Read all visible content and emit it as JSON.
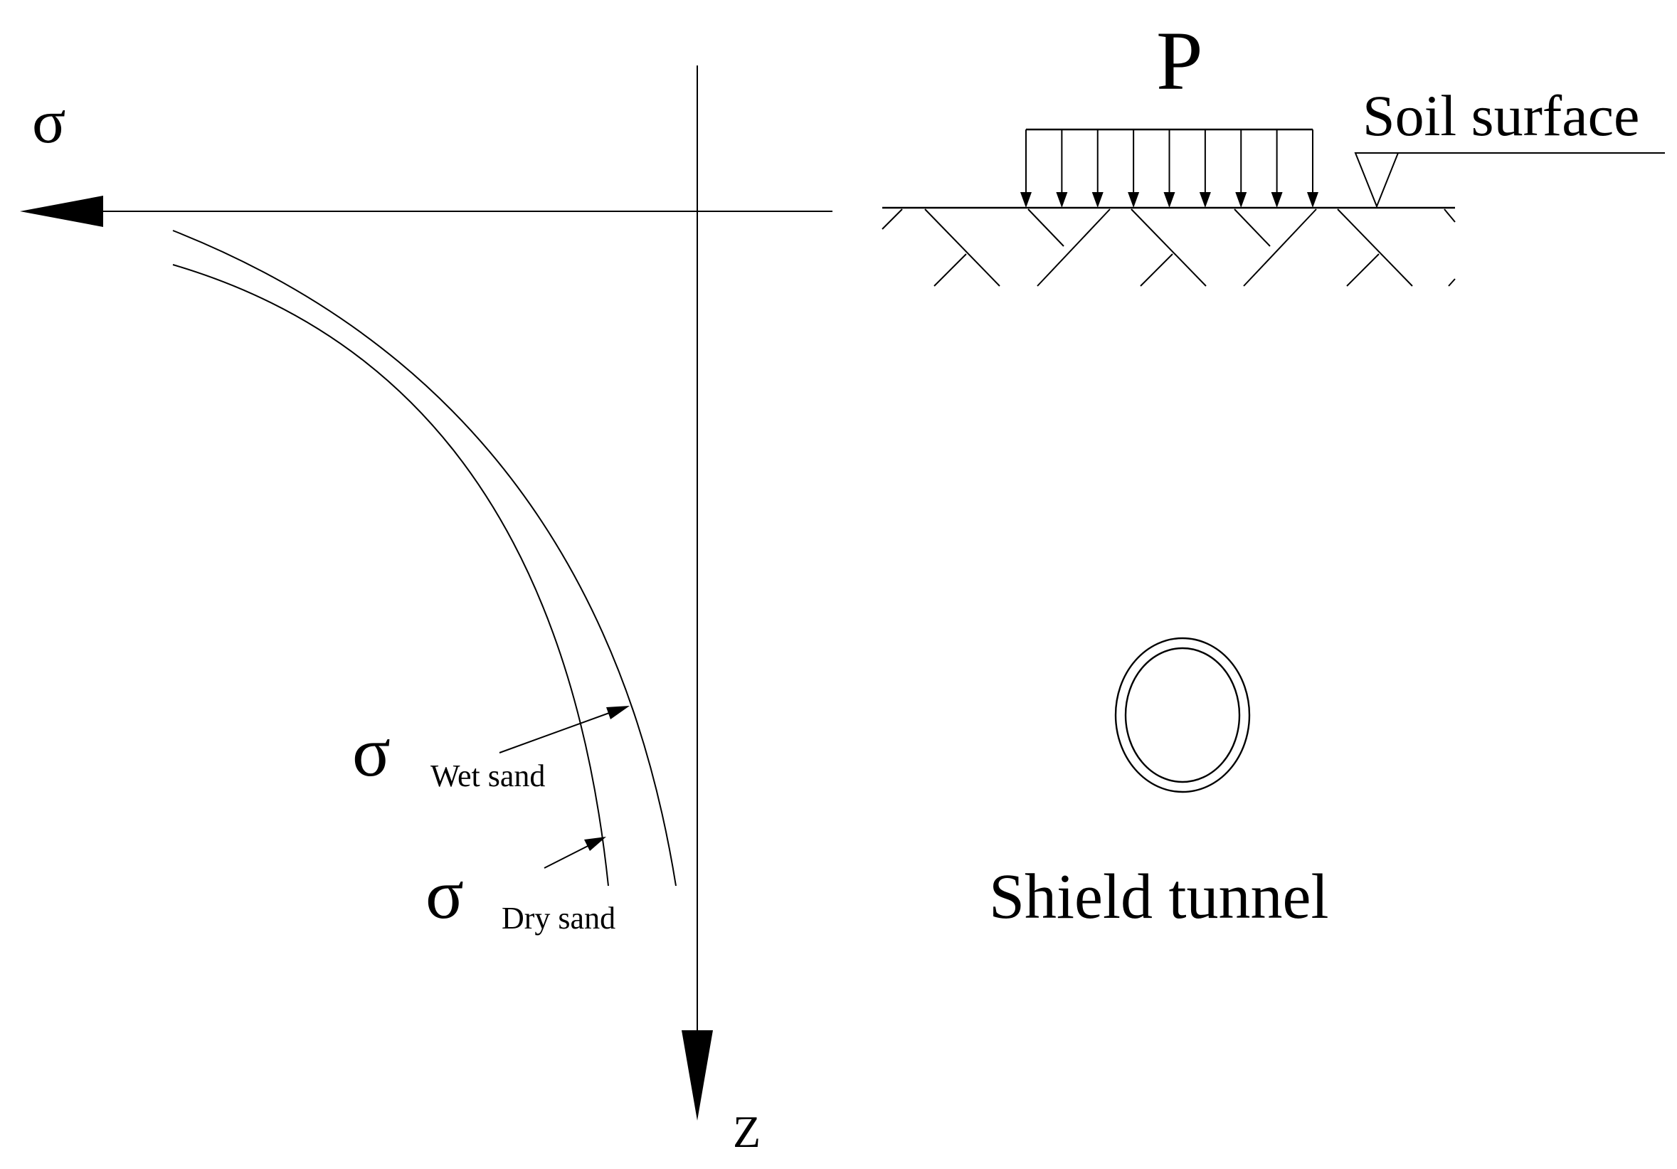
{
  "diagram": {
    "stress_axis_label": "σ",
    "depth_axis_label": "Z",
    "curve_wet": {
      "symbol": "σ",
      "subscript": "Wet sand"
    },
    "curve_dry": {
      "symbol": "σ",
      "subscript": "Dry sand"
    },
    "load_label": "P",
    "surface_label": "Soil surface",
    "tunnel_label": "Shield tunnel"
  },
  "colors": {
    "ink": "#000000",
    "background": "#ffffff"
  }
}
